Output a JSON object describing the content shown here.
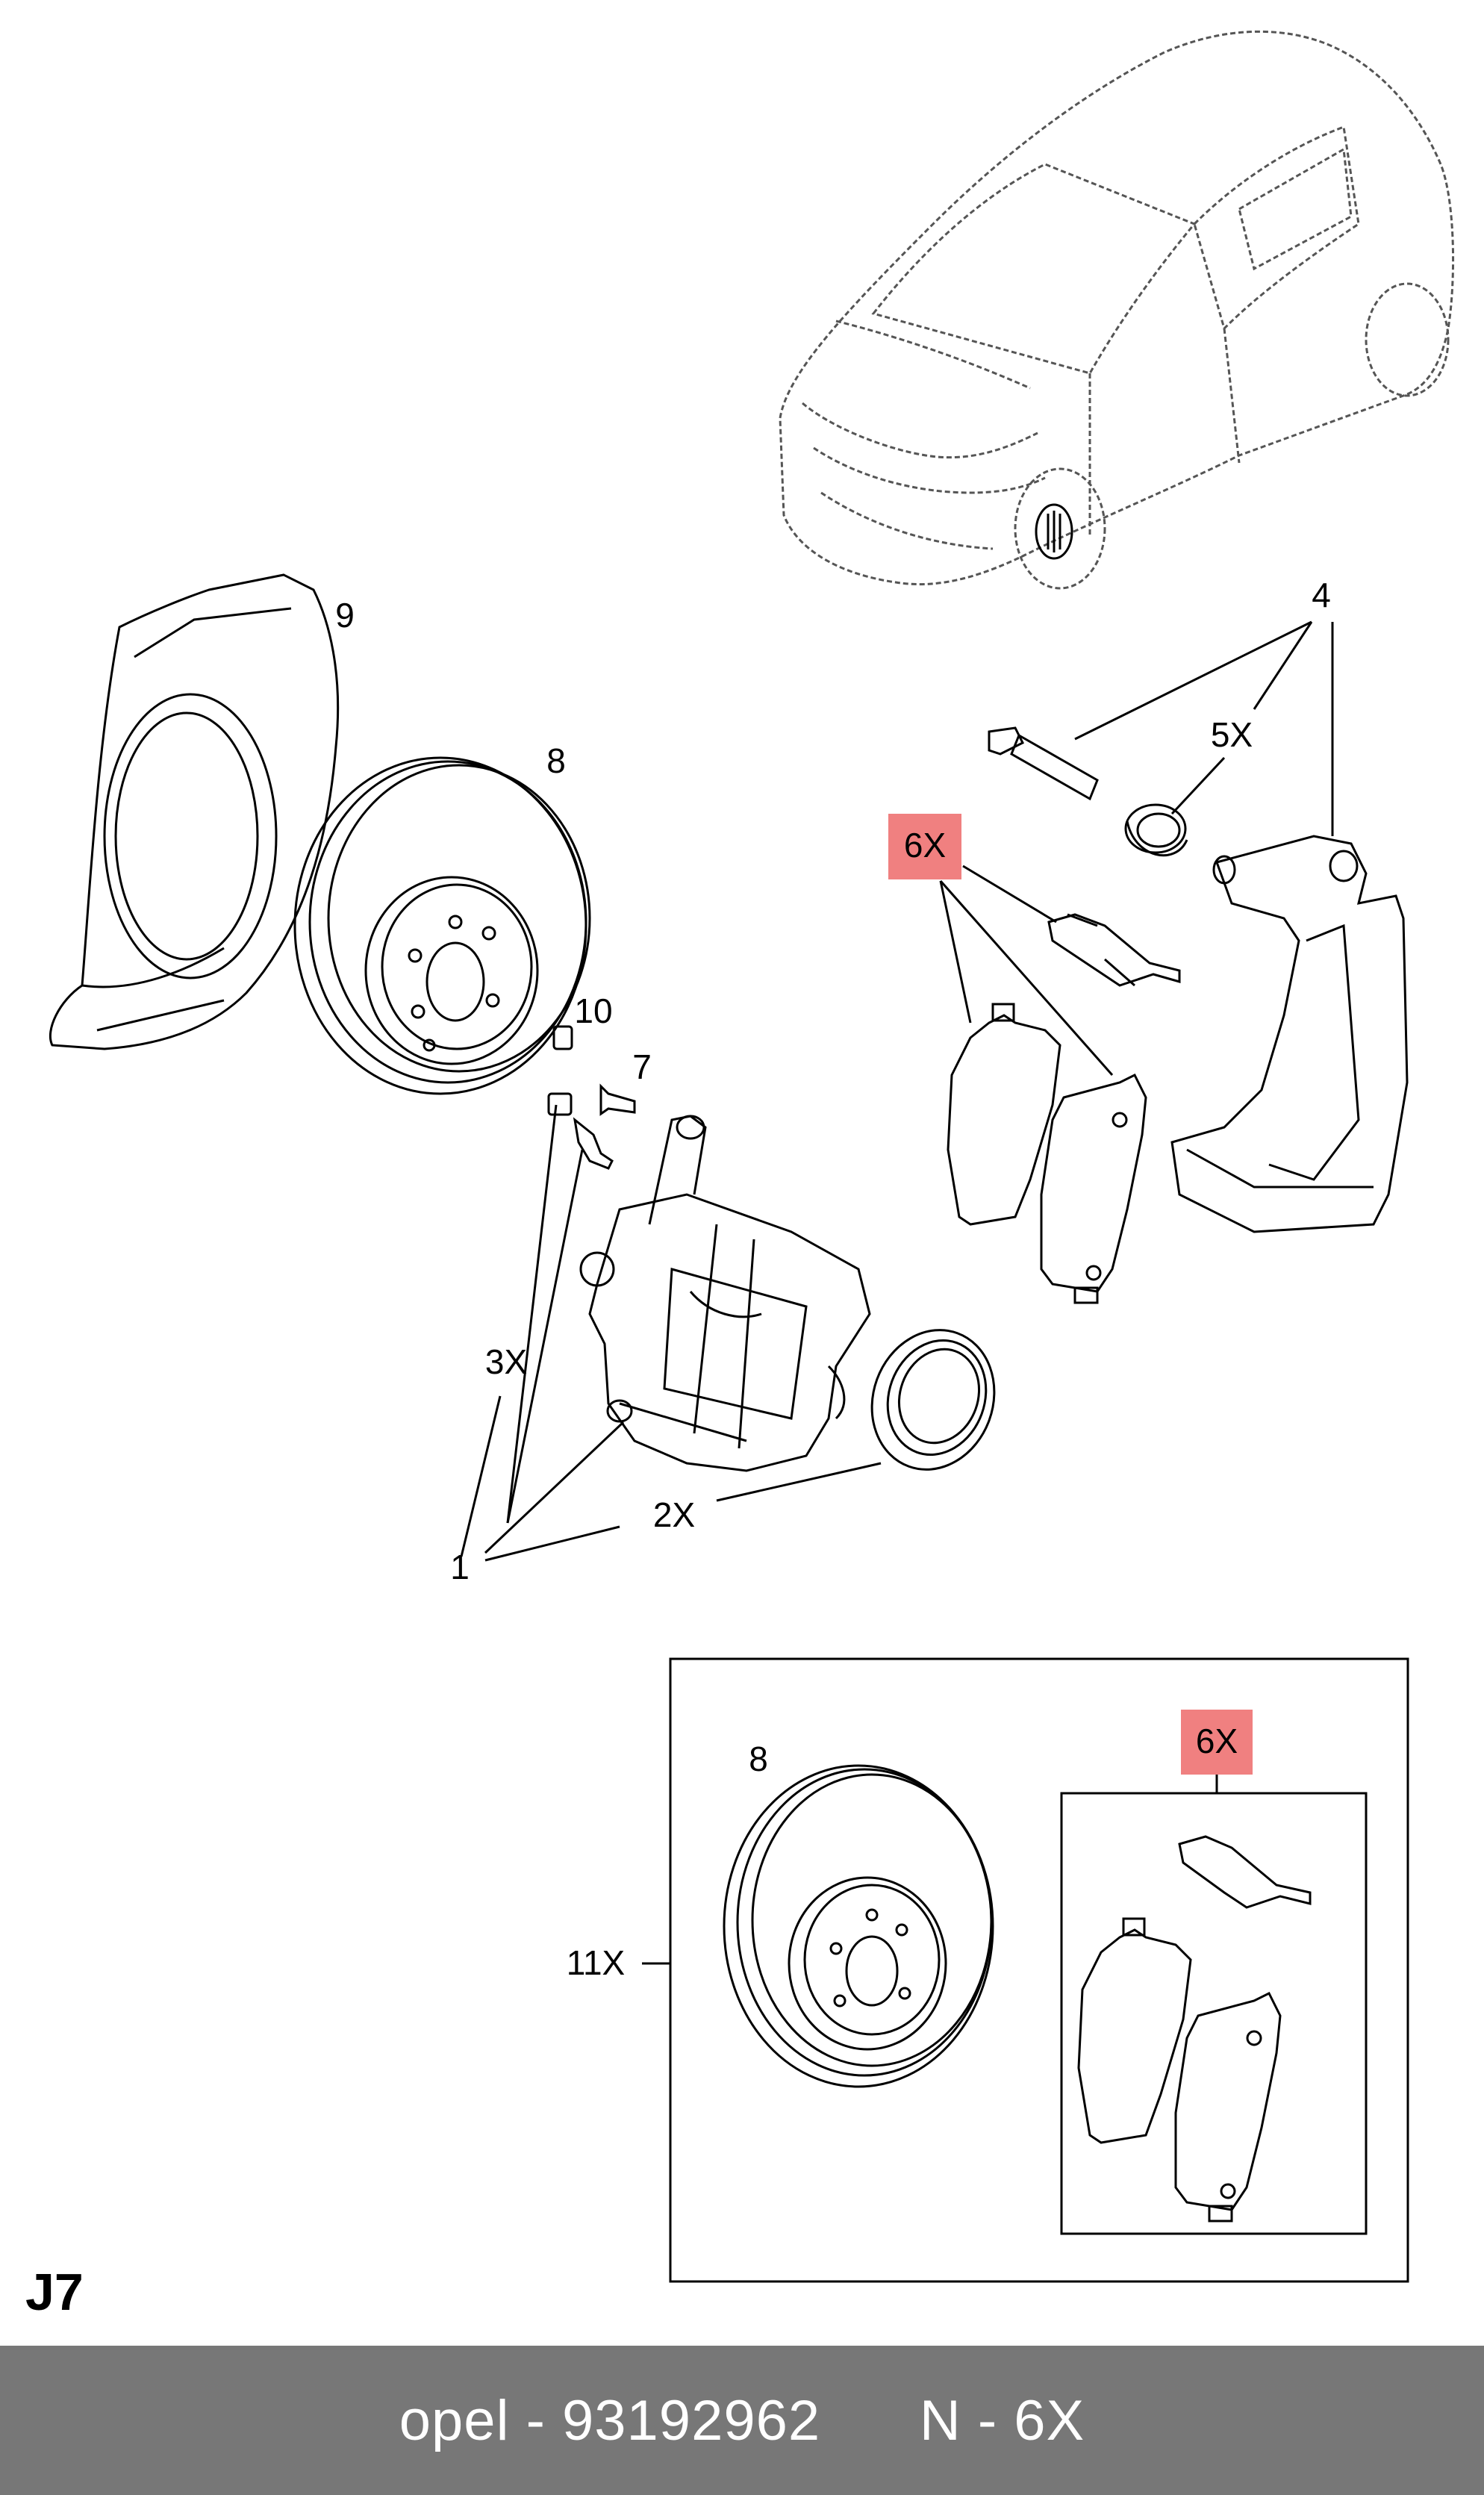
{
  "page_code": "J7",
  "footer": {
    "brand": "opel",
    "part_number": "93192962",
    "note": "N - 6X"
  },
  "labels": {
    "caliper_assembly": "1",
    "piston_seal_qty": "2X",
    "bleeder_qty": "3X",
    "carrier": "4",
    "guide_boot_qty": "5X",
    "pad_kit_qty": "6X",
    "bolt": "7",
    "disc": "8",
    "splash_shield": "9",
    "screw": "10",
    "kit_disc": "8",
    "kit_qty": "11X",
    "kit_pad_qty": "6X"
  },
  "colors": {
    "highlight": "#f08080",
    "footer_bg": "#777777",
    "footer_text": "#ffffff",
    "line": "#000000"
  }
}
